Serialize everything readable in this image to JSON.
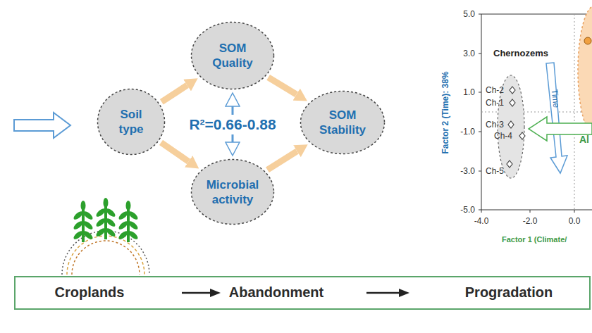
{
  "diagram": {
    "nodes": [
      {
        "text": [
          "Soil type"
        ]
      },
      {
        "text": [
          "SOM Quality"
        ]
      },
      {
        "text": [
          "Microbial activity"
        ]
      },
      {
        "text": [
          "SOM Stability"
        ]
      },
      {
        "text": [
          "Ch-2",
          "Ch-1",
          "Ch-3",
          "Ch-4",
          "Ch-5"
        ]
      },
      {
        "text": [
          "Croplands",
          "Abandonment",
          "Progradation"
        ]
      }
    ],
    "edges": [
      {
        "from": 0,
        "to": 1,
        "arrow": "to"
      },
      {
        "from": 0,
        "to": 2,
        "arrow": "to"
      },
      {
        "from": 1,
        "to": 3,
        "arrow": "to"
      },
      {
        "from": 2,
        "to": 3,
        "arrow": "to"
      },
      {
        "from": 1,
        "to": 2,
        "label": "R²=0.66-0.88",
        "arrow": "both"
      }
    ],
    "labels": [
      "Chernozems",
      "Factor 2 (Time): 38%",
      "5.0",
      "3.0",
      "1.0",
      "-1.0",
      "-3.0",
      "-5.0",
      "-4.0",
      "-2.0",
      "0.0",
      "Factor 1 (Climate/",
      "Time",
      "Al"
    ]
  }
}
